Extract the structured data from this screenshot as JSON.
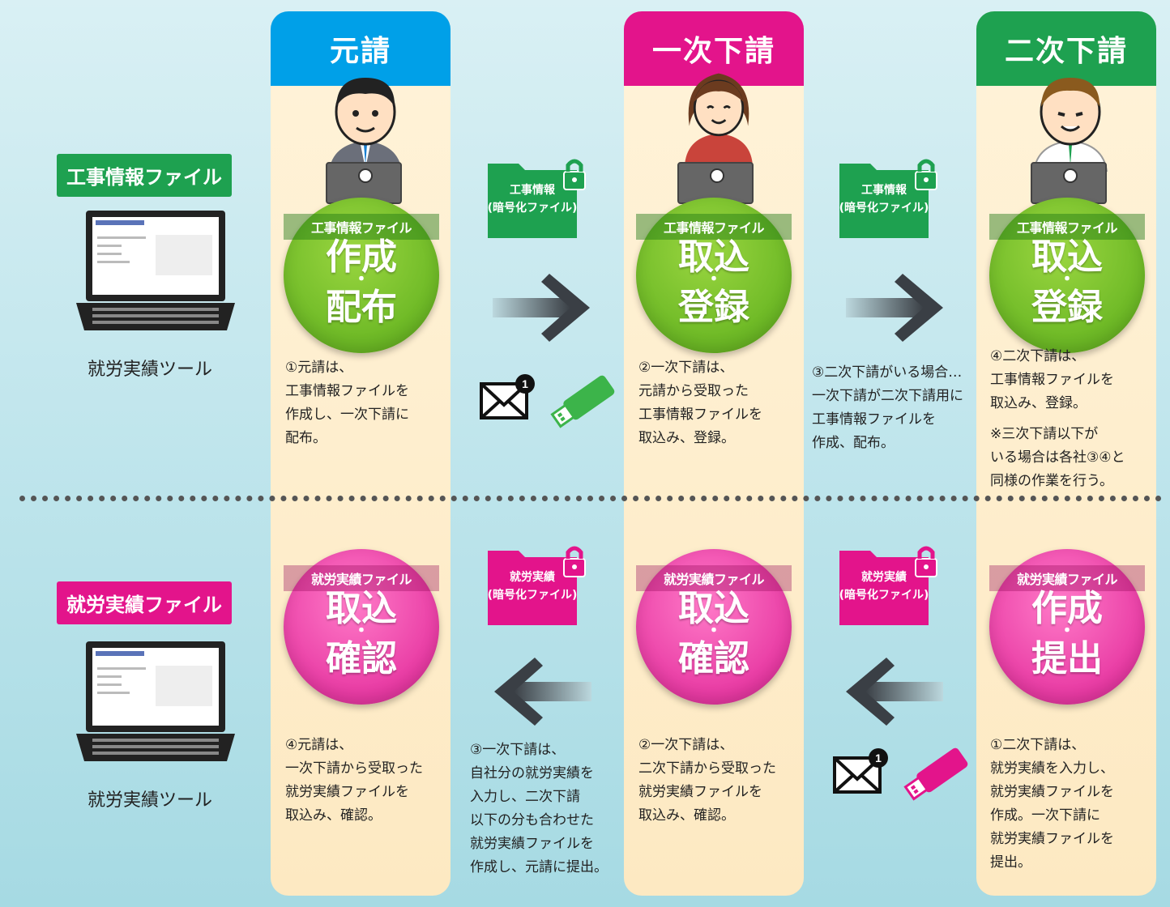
{
  "colors": {
    "blue": "#00a0e8",
    "magenta": "#e3148b",
    "green": "#1ea150",
    "circle_green": "#6cb825",
    "circle_pink": "#e83aa3"
  },
  "columns": {
    "col1": {
      "header": "元請"
    },
    "col2": {
      "header": "一次下請"
    },
    "col3": {
      "header": "二次下請"
    }
  },
  "left": {
    "koji_badge": "工事情報ファイル",
    "shuro_badge": "就労実績ファイル",
    "tool_label_top": "就労実績ツール",
    "tool_label_bottom": "就労実績ツール"
  },
  "top_row": {
    "c1": {
      "label": "工事情報ファイル",
      "main1": "作成",
      "dot": "・",
      "main2": "配布",
      "desc": "①元請は、\n工事情報ファイルを\n作成し、一次下請に\n配布。"
    },
    "c2": {
      "label": "工事情報ファイル",
      "main1": "取込",
      "dot": "・",
      "main2": "登録",
      "desc": "②一次下請は、\n元請から受取った\n工事情報ファイルを\n取込み、登録。"
    },
    "c3": {
      "label": "工事情報ファイル",
      "main1": "取込",
      "dot": "・",
      "main2": "登録",
      "desc": "④二次下請は、\n工事情報ファイルを\n取込み、登録。",
      "note": "※三次下請以下が\nいる場合は各社③④と\n同様の作業を行う。"
    },
    "folder1": {
      "line1": "工事情報",
      "line2": "(暗号化ファイル)"
    },
    "folder2": {
      "line1": "工事情報",
      "line2": "(暗号化ファイル)"
    },
    "mid_desc": "③二次下請がいる場合…\n一次下請が二次下請用に\n工事情報ファイルを\n作成、配布。",
    "mail_count": "1"
  },
  "bottom_row": {
    "c1": {
      "label": "就労実績ファイル",
      "main1": "取込",
      "dot": "・",
      "main2": "確認",
      "desc": "④元請は、\n一次下請から受取った\n就労実績ファイルを\n取込み、確認。"
    },
    "c2": {
      "label": "就労実績ファイル",
      "main1": "取込",
      "dot": "・",
      "main2": "確認",
      "desc": "②一次下請は、\n二次下請から受取った\n就労実績ファイルを\n取込み、確認。"
    },
    "c3": {
      "label": "就労実績ファイル",
      "main1": "作成",
      "dot": "・",
      "main2": "提出",
      "desc": "①二次下請は、\n就労実績を入力し、\n就労実績ファイルを\n作成。一次下請に\n就労実績ファイルを\n提出。"
    },
    "folder1": {
      "line1": "就労実績",
      "line2": "(暗号化ファイル)"
    },
    "folder2": {
      "line1": "就労実績",
      "line2": "(暗号化ファイル)"
    },
    "mid_desc": "③一次下請は、\n自社分の就労実績を\n入力し、二次下請\n以下の分も合わせた\n就労実績ファイルを\n作成し、元請に提出。",
    "mail_count": "1"
  }
}
